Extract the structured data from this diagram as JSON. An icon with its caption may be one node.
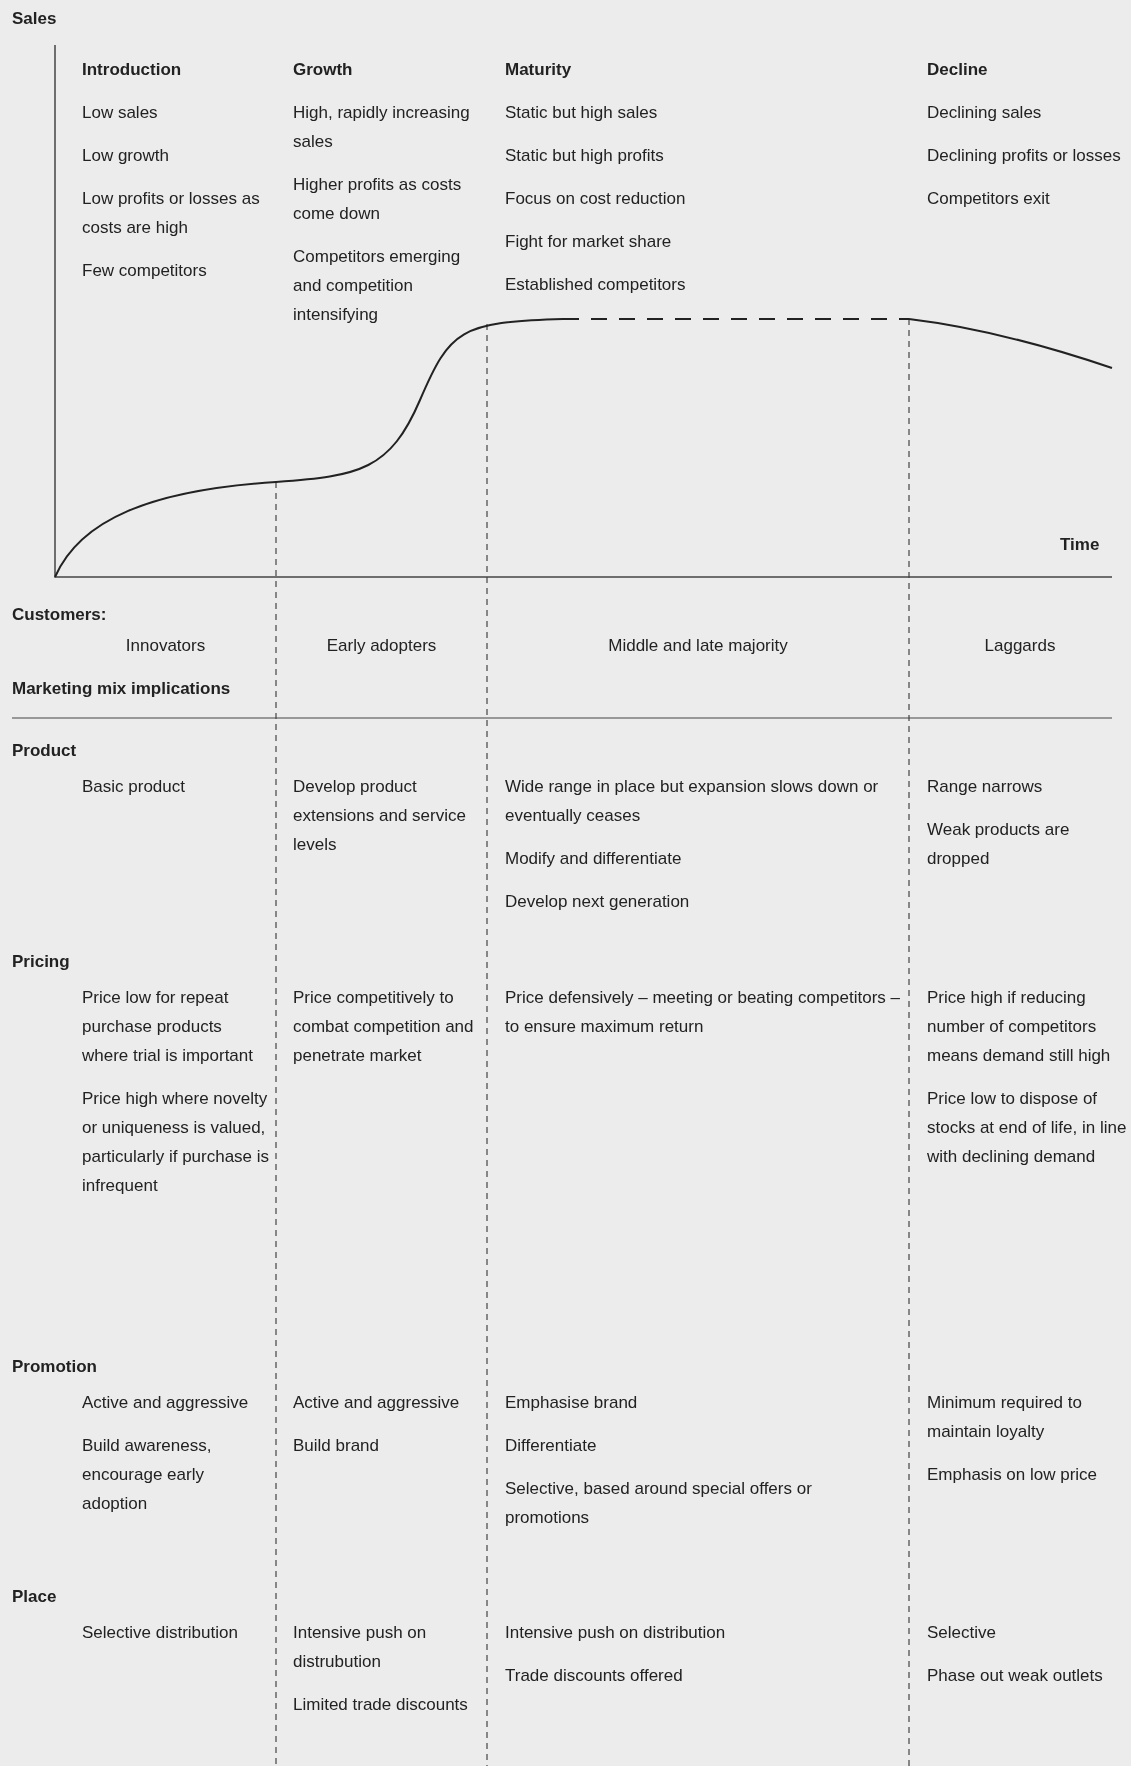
{
  "diagram": {
    "labels": [
      "Sales",
      "Introduction",
      "Low sales",
      "Low growth",
      "Low profits or losses as costs are high",
      "Few competitors",
      "Growth",
      "High, rapidly increasing sales",
      "Higher profits as costs come down",
      "Competitors emerging and competition intensifying",
      "Maturity",
      "Static but high sales",
      "Static but high profits",
      "Focus on cost reduction",
      "Fight for market share",
      "Established competitors",
      "Decline",
      "Declining sales",
      "Declining profits or losses",
      "Competitors exit",
      "Time",
      "Customers:",
      "Innovators",
      "Early adopters",
      "Middle and late majority",
      "Laggards",
      "Marketing mix implications",
      "Product",
      "Basic product",
      "Develop product extensions and service levels",
      "Wide range in place but expansion slows down or eventually ceases",
      "Modify and differentiate",
      "Develop next generation",
      "Range narrows",
      "Weak products are dropped",
      "Pricing",
      "Price low for repeat purchase products where trial is important",
      "Price high where novelty or uniqueness is valued, particularly if purchase is infrequent",
      "Price competitively to combat competition and penetrate market",
      "Price defensively – meeting or beating competitors – to ensure maximum return",
      "Price high if reducing number of competitors means demand still high",
      "Price low to dispose of stocks at end of life, in line with declining demand",
      "Promotion",
      "Active and aggressive",
      "Build awareness, encourage early adoption",
      "Active and aggressive",
      "Build brand",
      "Emphasise brand",
      "Differentiate",
      "Selective, based around special offers or promotions",
      "Minimum required to maintain loyalty",
      "Emphasis on low price",
      "Place",
      "Selective distribution",
      "Intensive push on distrubution",
      "Limited trade discounts",
      "Intensive push on distribution",
      "Trade discounts offered",
      "Selective",
      "Phase out weak outlets"
    ]
  }
}
